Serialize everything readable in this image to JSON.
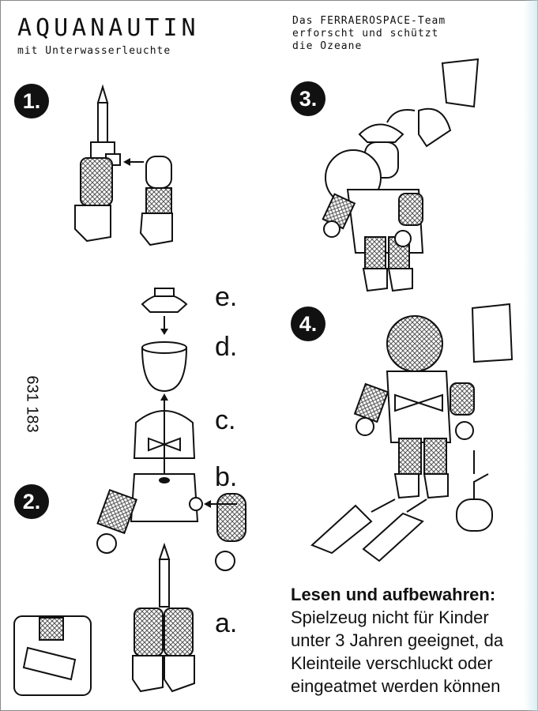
{
  "header": {
    "title": "AQUANAUTIN",
    "subtitle": "mit Unterwasserleuchte",
    "team_lines": [
      "Das FERRAEROSPACE-Team",
      "erforscht und schützt",
      "die Ozeane"
    ]
  },
  "steps": [
    "1.",
    "2.",
    "3.",
    "4."
  ],
  "part_labels": {
    "e": "e.",
    "d": "d.",
    "c": "c.",
    "b": "b.",
    "a": "a."
  },
  "article_number": "631 183",
  "warning": {
    "heading": "Lesen und aufbewahren:",
    "lines": [
      "Spielzeug nicht für Kinder",
      "unter 3 Jahren geeignet, da",
      "Kleinteile verschluckt oder",
      "eingeatmet werden können"
    ]
  }
}
